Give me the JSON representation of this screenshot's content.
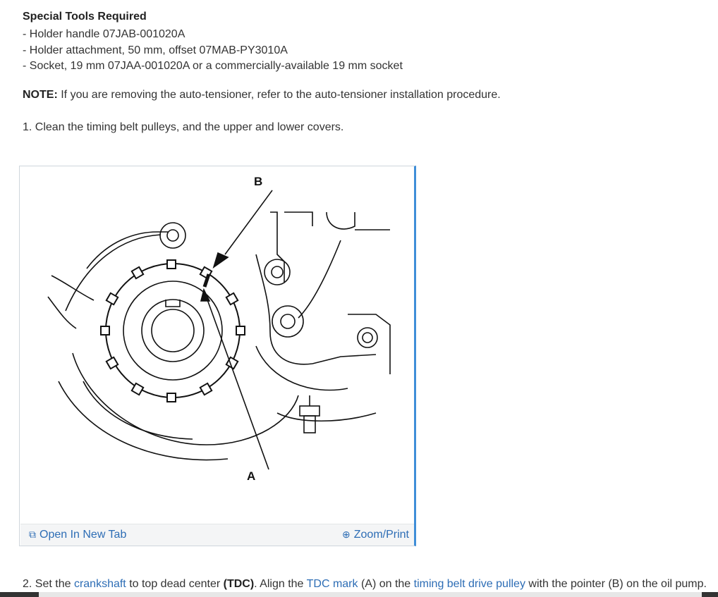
{
  "heading": "Special Tools Required",
  "tools": [
    "-  Holder handle 07JAB-001020A",
    "-  Holder attachment, 50 mm, offset 07MAB-PY3010A",
    "-  Socket, 19 mm 07JAA-001020A or a commercially-available 19 mm socket"
  ],
  "note": {
    "label": "NOTE:",
    "text": " If you are removing the auto-tensioner, refer to the auto-tensioner installation procedure."
  },
  "step1": "1. Clean the timing belt pulleys, and the upper and lower covers.",
  "figure": {
    "label_a": "A",
    "label_b": "B",
    "open_tab_label": "Open In New Tab",
    "open_tab_icon": "external-window-icon",
    "zoom_label": "Zoom/Print",
    "zoom_icon": "magnifier-icon"
  },
  "step2": {
    "t1": "2. Set the ",
    "link1": "crankshaft",
    "t2": " to top dead center ",
    "bold": "(TDC)",
    "t3": ". Align the ",
    "link2": "TDC mark",
    "t4": " (A) on the ",
    "link3": "timing belt drive pulley",
    "t5": " with the pointer (B) on the oil pump."
  },
  "colors": {
    "link": "#2d6db5",
    "frame_accent": "#3f8ed8"
  }
}
